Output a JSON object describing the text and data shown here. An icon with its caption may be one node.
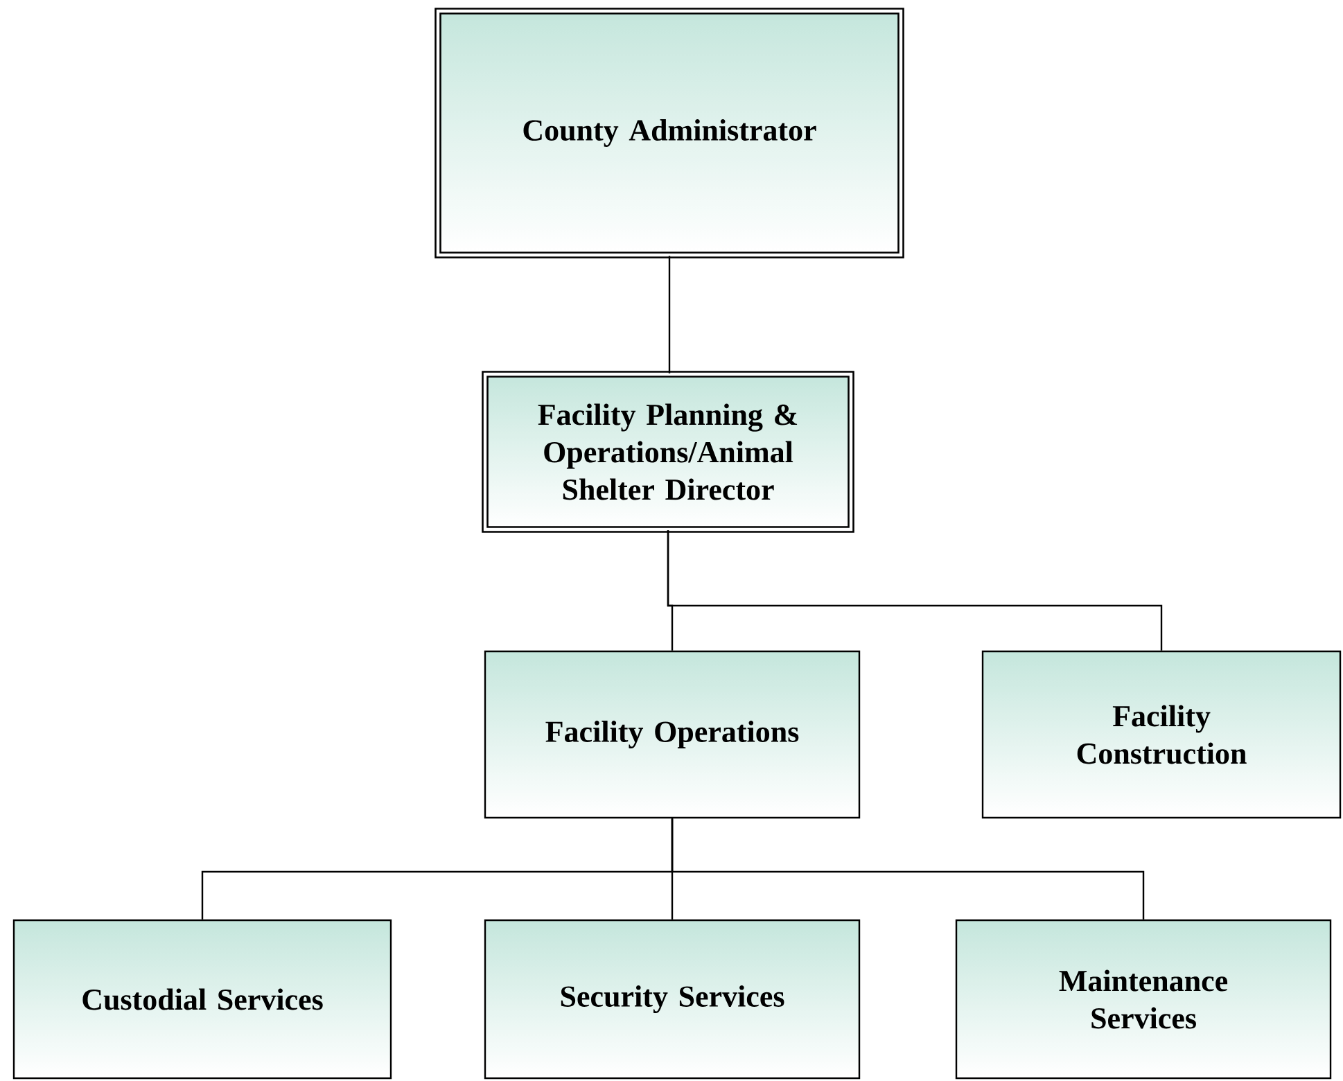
{
  "diagram": {
    "nodes": [
      {
        "text": [
          "County Administrator"
        ]
      },
      {
        "text": [
          "Facility Planning & Operations/Animal Shelter Director"
        ]
      },
      {
        "text": [
          "Facility Operations"
        ]
      },
      {
        "text": [
          "Facility Construction"
        ]
      },
      {
        "text": [
          "Custodial Services"
        ]
      },
      {
        "text": [
          "Security Services"
        ]
      },
      {
        "text": [
          "Maintenance Services"
        ]
      }
    ],
    "edges": [
      {
        "from": 0,
        "to": 1,
        "arrow": "none"
      },
      {
        "from": 1,
        "to": 2,
        "arrow": "none"
      },
      {
        "from": 1,
        "to": 3,
        "arrow": "none"
      },
      {
        "from": 2,
        "to": 4,
        "arrow": "none"
      },
      {
        "from": 2,
        "to": 5,
        "arrow": "none"
      },
      {
        "from": 2,
        "to": 6,
        "arrow": "none"
      }
    ]
  }
}
